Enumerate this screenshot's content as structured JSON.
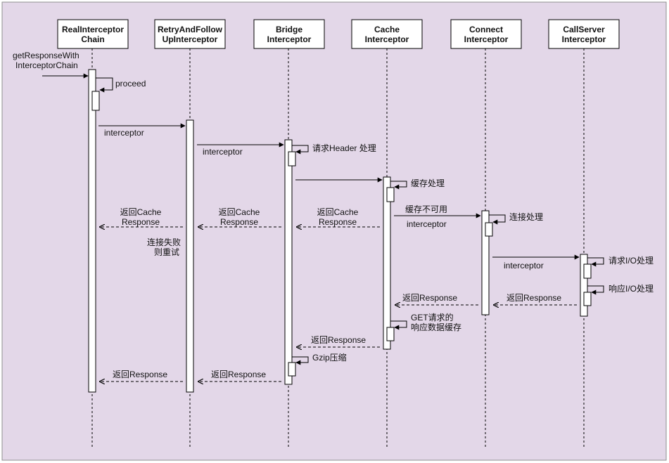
{
  "participants": [
    {
      "line1": "RealInterceptor",
      "line2": "Chain"
    },
    {
      "line1": "RetryAndFollow",
      "line2": "UpInterceptor"
    },
    {
      "line1": "Bridge",
      "line2": "Interceptor"
    },
    {
      "line1": "Cache",
      "line2": "Interceptor"
    },
    {
      "line1": "Connect",
      "line2": "Interceptor"
    },
    {
      "line1": "CallServer",
      "line2": "Interceptor"
    }
  ],
  "labels": {
    "entry_1": "getResponseWith",
    "entry_2": "InterceptorChain",
    "proceed": "proceed",
    "interceptor": "interceptor",
    "header": "请求Header 处理",
    "cache_process": "缓存处理",
    "cache_unavailable": "缓存不可用",
    "connect_process": "连接处理",
    "io_request": "请求I/O处理",
    "io_response": "响应I/O处理",
    "return_cache_1": "返回Cache",
    "return_cache_2": "Response",
    "retry_1": "连接失败",
    "retry_2": "则重试",
    "return_response": "返回Response",
    "cache_store_1": "GET请求的",
    "cache_store_2": "响应数据缓存",
    "gzip": "Gzip压缩"
  },
  "colors": {
    "background": "#e3d7e8",
    "frame": "#8f8f8f",
    "box_fill": "#ffffff",
    "line": "#000000"
  }
}
